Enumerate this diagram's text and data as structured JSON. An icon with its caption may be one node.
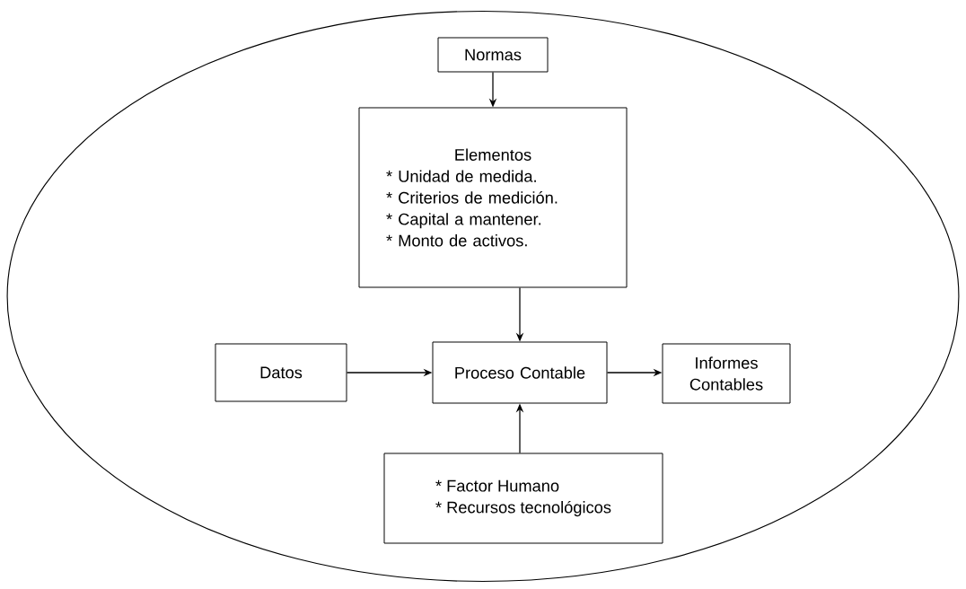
{
  "diagram": {
    "nodes": [
      {
        "text": [],
        "shape": "ellipse"
      },
      {
        "text": [
          "Normas"
        ],
        "in": 0
      },
      {
        "text": [
          "Elementos",
          "* Unidad de medida.",
          "* Criterios de medición.",
          "* Capital a mantener.",
          "* Monto de activos."
        ],
        "in": 0
      },
      {
        "text": [
          "Datos"
        ],
        "in": 0
      },
      {
        "text": [
          "Proceso Contable"
        ],
        "in": 0
      },
      {
        "text": [
          "Informes Contables"
        ],
        "in": 0
      },
      {
        "text": [
          "* Factor Humano",
          "* Recursos tecnológicos"
        ],
        "in": 0
      }
    ],
    "edges": [
      {
        "from": 1,
        "to": 2,
        "arrow": "to"
      },
      {
        "from": 2,
        "to": 4,
        "arrow": "to"
      },
      {
        "from": 3,
        "to": 4,
        "arrow": "to"
      },
      {
        "from": 4,
        "to": 5,
        "arrow": "to"
      },
      {
        "from": 6,
        "to": 4,
        "arrow": "to"
      }
    ]
  }
}
